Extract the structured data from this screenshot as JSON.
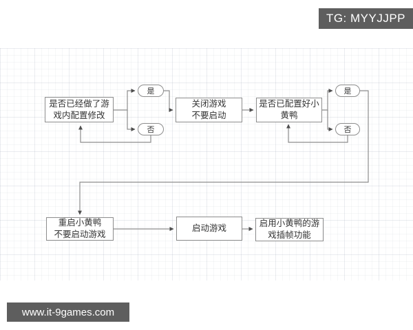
{
  "badges": {
    "tg": "TG: MYYJJPP",
    "watermark": "www.it-9games.com"
  },
  "colors": {
    "badge_bg": "#5e5e5e",
    "badge_text": "#ffffff",
    "line": "#8c8c8c",
    "arrowhead": "#4d4d4d",
    "node_border": "#8c8c8c",
    "node_text": "#333333",
    "background": "#ffffff"
  },
  "flowchart": {
    "nodes": [
      {
        "id": "check-game-config",
        "label": "是否已经做了游\n戏内配置修改"
      },
      {
        "id": "close-game",
        "label": "关闭游戏\n不要启动"
      },
      {
        "id": "check-duck-config",
        "label": "是否已配置好小\n黄鸭"
      },
      {
        "id": "restart-duck",
        "label": "重启小黄鸭\n不要启动游戏"
      },
      {
        "id": "start-game",
        "label": "启动游戏"
      },
      {
        "id": "enable-frame-insert",
        "label": "启用小黄鸭的游\n戏插帧功能"
      }
    ],
    "decisions": {
      "yes": "是",
      "no": "否"
    }
  }
}
